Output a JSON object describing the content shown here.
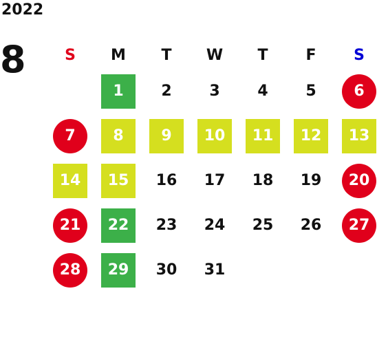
{
  "year": "2022",
  "month": "8",
  "weekdays": [
    "S",
    "M",
    "T",
    "W",
    "T",
    "F",
    "S"
  ],
  "weeks": [
    [
      "",
      "1",
      "2",
      "3",
      "4",
      "5",
      "6"
    ],
    [
      "7",
      "8",
      "9",
      "10",
      "11",
      "12",
      "13"
    ],
    [
      "14",
      "15",
      "16",
      "17",
      "18",
      "19",
      "20"
    ],
    [
      "21",
      "22",
      "23",
      "24",
      "25",
      "26",
      "27"
    ],
    [
      "28",
      "29",
      "30",
      "31",
      "",
      "",
      ""
    ]
  ],
  "styles": [
    [
      "",
      "green",
      "",
      "",
      "",
      "",
      "red"
    ],
    [
      "red",
      "yellow",
      "yellow",
      "yellow",
      "yellow",
      "yellow",
      "yellow"
    ],
    [
      "yellow",
      "yellow",
      "",
      "",
      "",
      "",
      "red"
    ],
    [
      "red",
      "green",
      "",
      "",
      "",
      "",
      "red"
    ],
    [
      "red",
      "green",
      "",
      "",
      "",
      "",
      ""
    ]
  ],
  "colors": {
    "sunday": "#e0001b",
    "saturday": "#0000d6",
    "holiday_red": "#e0001b",
    "green": "#3cb049",
    "yellow": "#d5df1f"
  }
}
